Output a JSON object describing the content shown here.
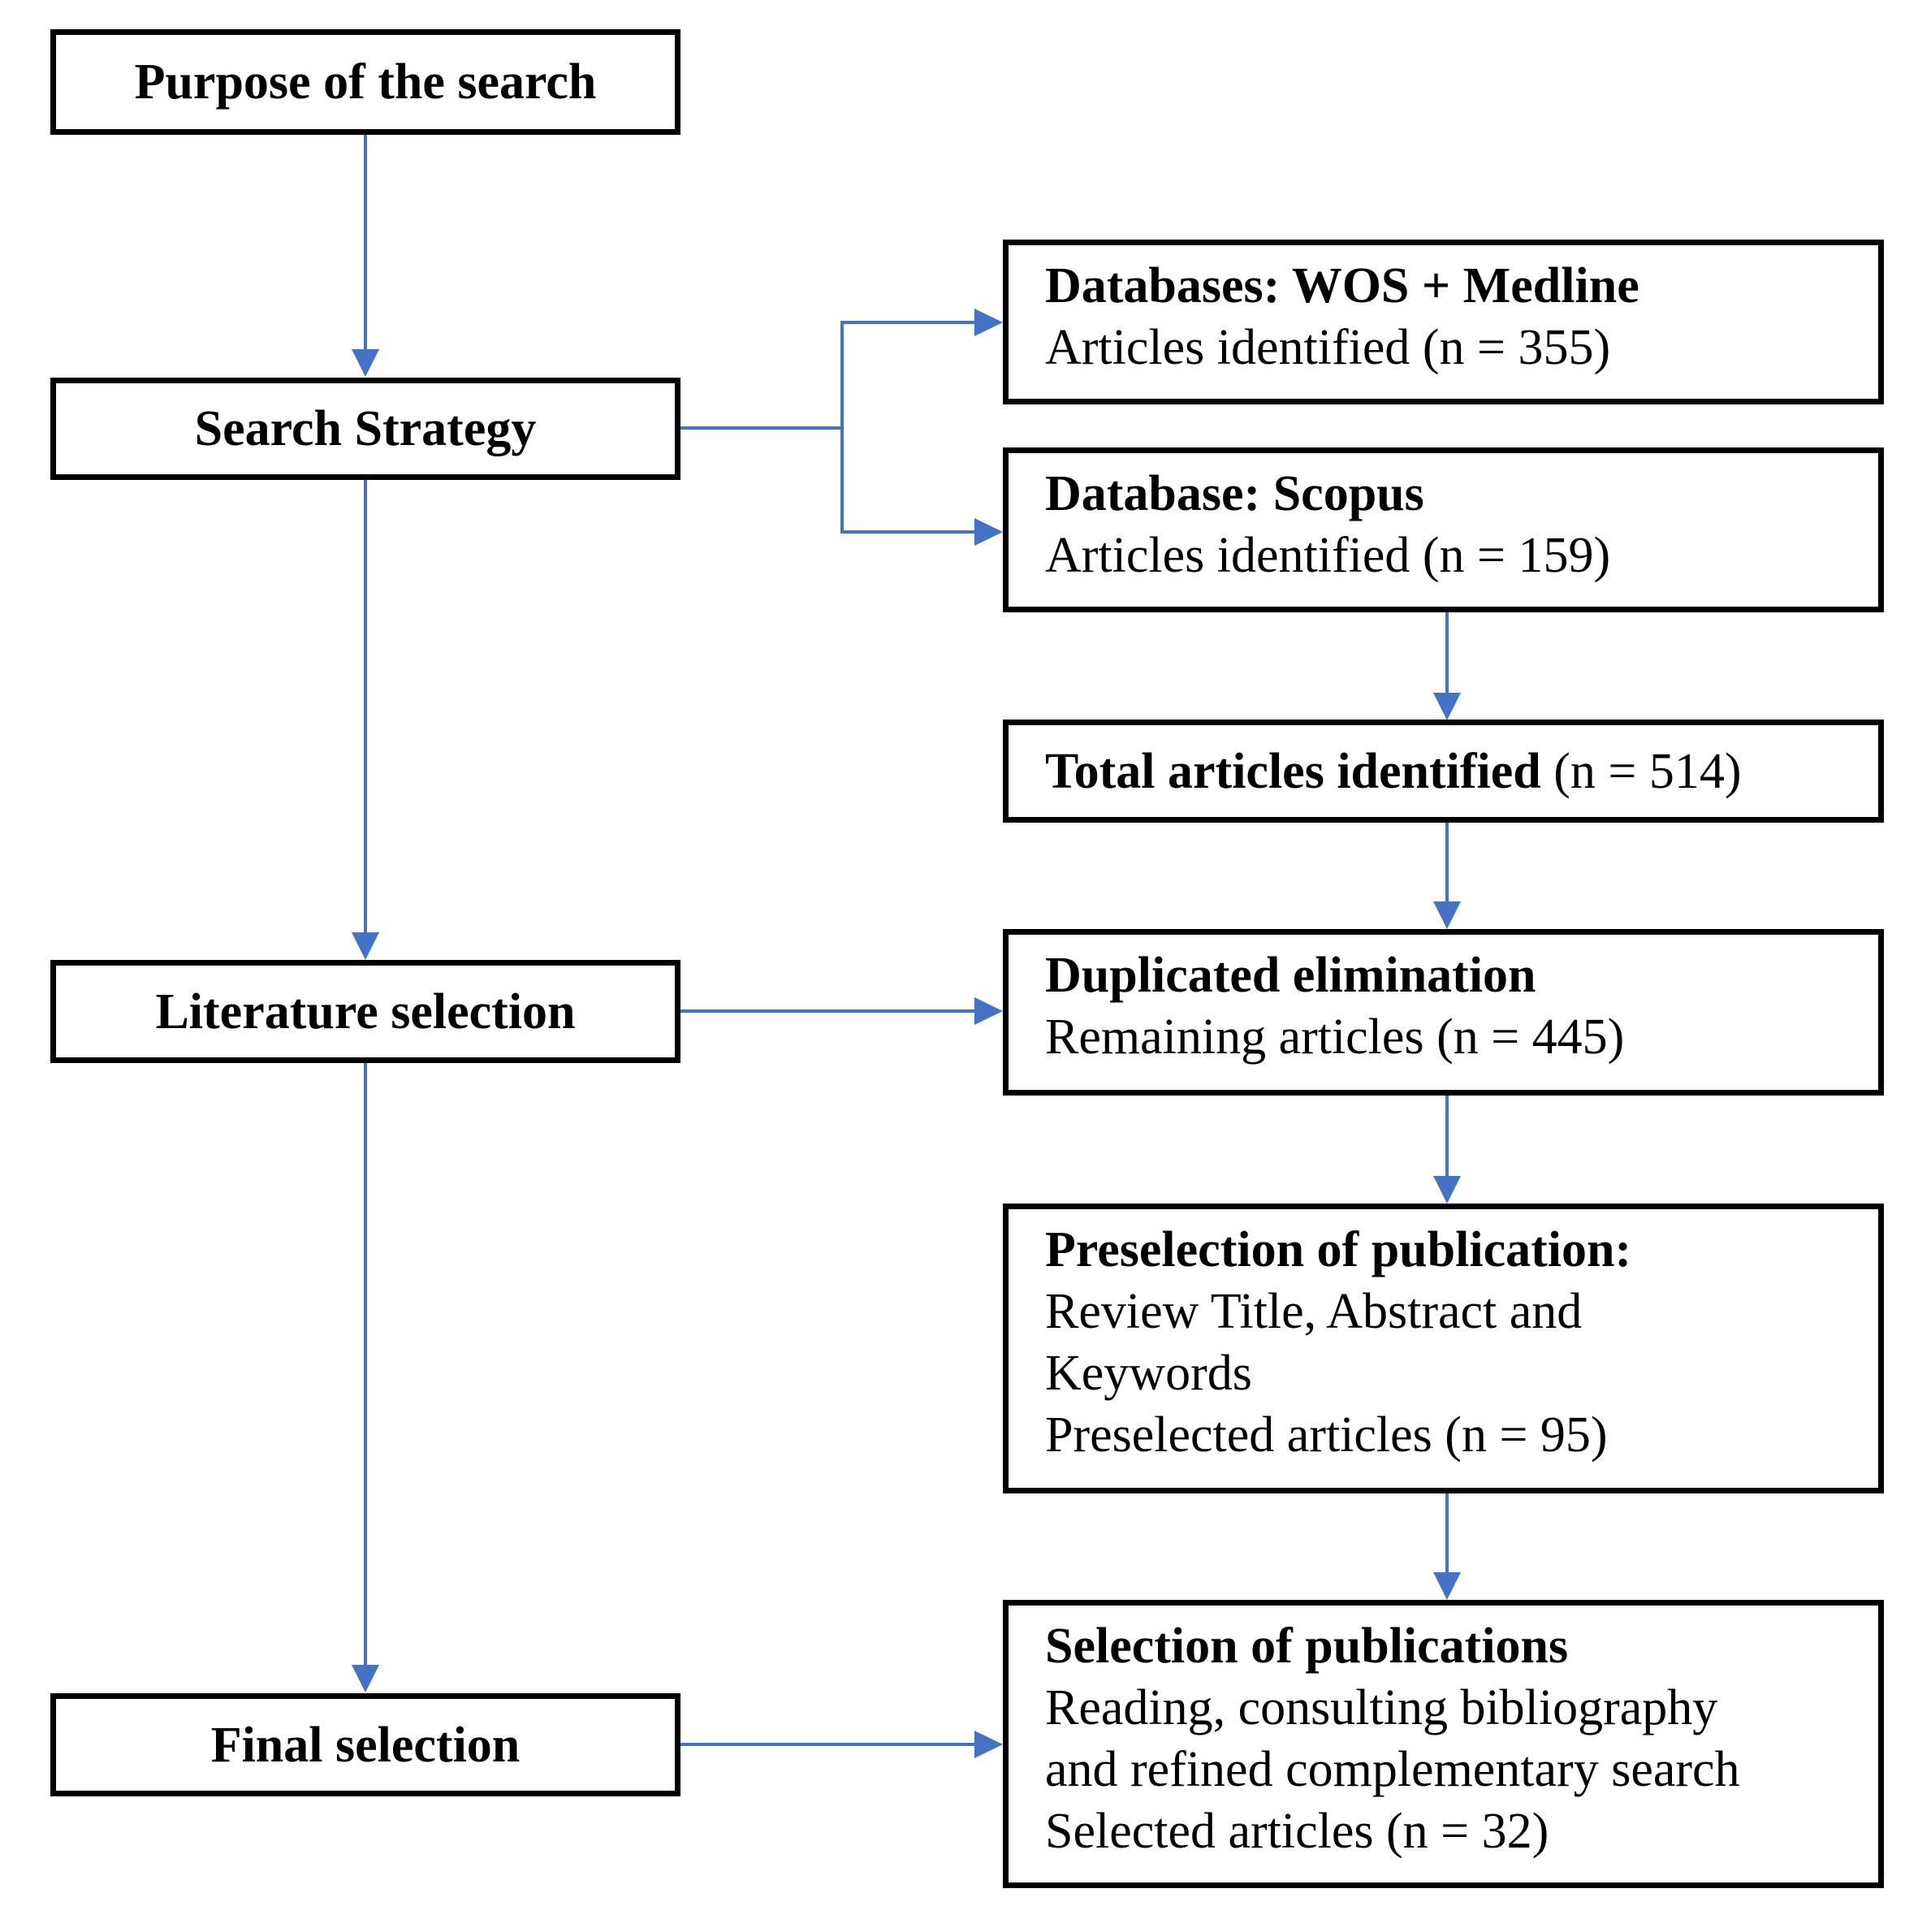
{
  "steps": {
    "purpose": "Purpose of the search",
    "strategy": "Search Strategy",
    "literature": "Literature selection",
    "final": "Final selection"
  },
  "boxes": {
    "wos": {
      "title": "Databases: WOS + Medline",
      "text": "Articles identified (n = 355)"
    },
    "scopus": {
      "title": "Database: Scopus",
      "text": "Articles identified (n = 159)"
    },
    "total": {
      "title": "Total articles identified",
      "text": " (n = 514)"
    },
    "duplicates": {
      "title": "Duplicated elimination",
      "text": "Remaining articles (n = 445)"
    },
    "preselection": {
      "title": "Preselection of publication:",
      "lines": [
        "Review Title, Abstract and",
        "Keywords",
        "Preselected articles (n = 95)"
      ]
    },
    "selection": {
      "title": "Selection of publications",
      "lines": [
        "Reading, consulting bibliography",
        "and refined complementary search",
        "Selected articles (n = 32)"
      ]
    }
  },
  "colors": {
    "arrow": "#4472C4",
    "border": "#000000"
  }
}
